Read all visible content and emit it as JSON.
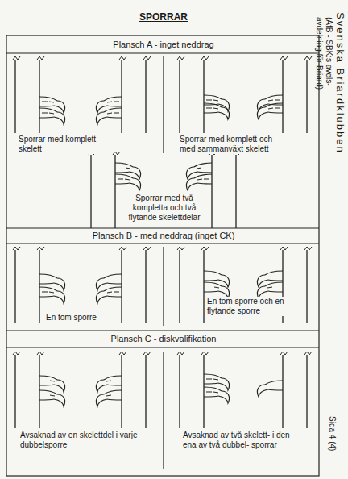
{
  "diagram": {
    "title": "SPORRAR",
    "labels": [
      "Plansch A - inget neddrag",
      "Sporrar med komplett skelett",
      "Sporrar med komplett och med sammanväxt skelett",
      "Sporrar med två kompletta och två flytande skelettdelar",
      "Plansch B - med neddrag (inget CK)",
      "En tom sporre",
      "En tom sporre och en flytande sporre",
      "Plansch C - diskvalifikation",
      "Avsaknad av en skelettdel i varje dubbelsporre",
      "Avsaknad av två skelett- i den ena av två dubbel- sporrar",
      "Svenska Briardklubben",
      "(AfB - SBK:s avels- avdelning för Briard)",
      "Sida 4 (4)"
    ]
  }
}
